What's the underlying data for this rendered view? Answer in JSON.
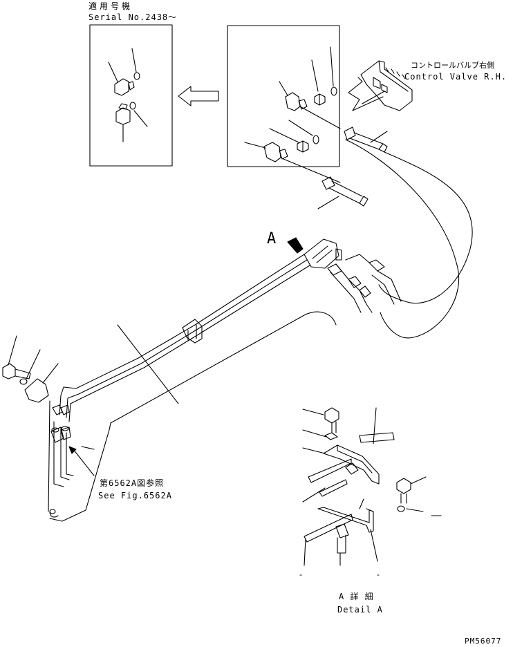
{
  "serial_note": {
    "jp": "適用号機",
    "en": "Serial No.2438～"
  },
  "control_valve": {
    "jp": "コントロールバルブ右側",
    "en": "Control Valve R.H."
  },
  "callout_letter": "A",
  "see_fig": {
    "jp": "第6562A図参照",
    "en": "See Fig.6562A"
  },
  "detail": {
    "jp": "A 詳 細",
    "en": "Detail A"
  },
  "drawing_number": "PM56077"
}
